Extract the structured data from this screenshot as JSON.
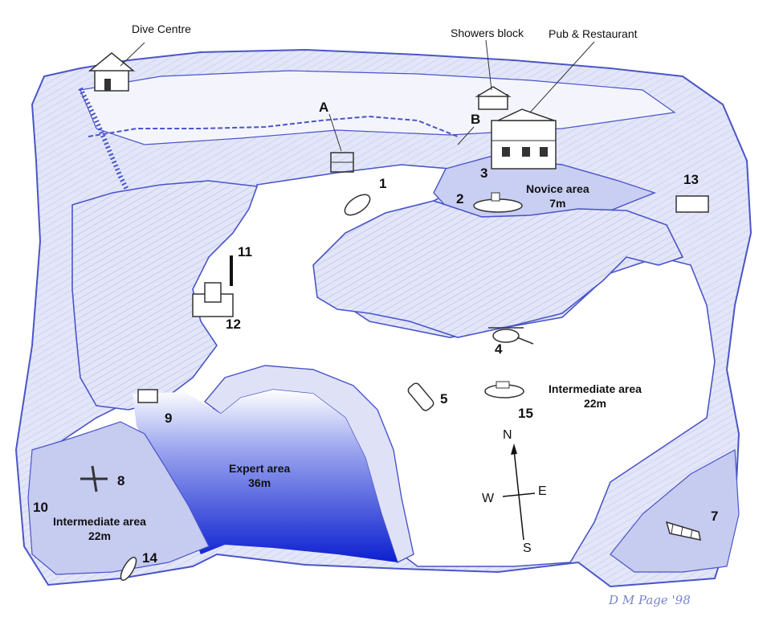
{
  "places": {
    "dive_centre": "Dive Centre",
    "showers_block": "Showers block",
    "pub_restaurant": "Pub & Restaurant"
  },
  "points": {
    "a": "A",
    "b": "B"
  },
  "numbers": {
    "n1": "1",
    "n2": "2",
    "n3": "3",
    "n4": "4",
    "n5": "5",
    "n7": "7",
    "n8": "8",
    "n9": "9",
    "n10": "10",
    "n11": "11",
    "n12": "12",
    "n13": "13",
    "n14": "14",
    "n15": "15"
  },
  "areas": {
    "novice": {
      "name": "Novice area",
      "depth": "7m"
    },
    "intermediate_east": {
      "name": "Intermediate area",
      "depth": "22m"
    },
    "intermediate_west": {
      "name": "Intermediate area",
      "depth": "22m"
    },
    "expert": {
      "name": "Expert area",
      "depth": "36m"
    }
  },
  "compass": {
    "n": "N",
    "s": "S",
    "e": "E",
    "w": "W"
  },
  "signature": {
    "text": "D M Page '98"
  },
  "colors": {
    "ink": "#4a55c8",
    "rock_fill": "#dfe2f7",
    "shallow_tint": "#c6cbf0",
    "deep_blue": "#0b1fd0",
    "text": "#111111"
  }
}
